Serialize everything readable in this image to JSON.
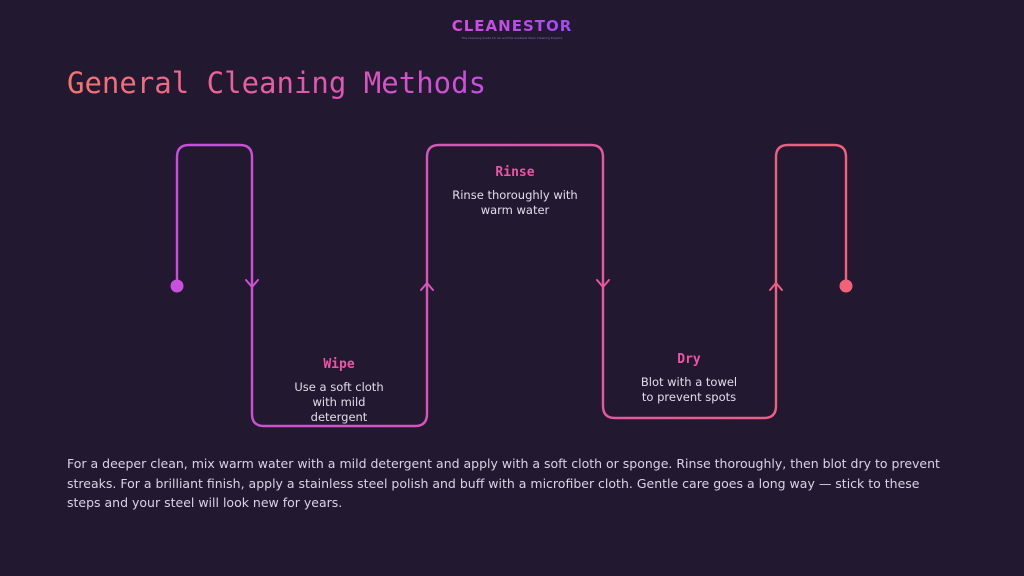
{
  "brand": {
    "name": "CLEANESTOR",
    "tagline": "The Cleaning Guide for All and the Greatest Stain Cleaning Experts"
  },
  "title": "General Cleaning Methods",
  "steps": [
    {
      "title": "Wipe",
      "description": "Use a soft cloth with mild detergent"
    },
    {
      "title": "Rinse",
      "description": "Rinse thoroughly with warm water"
    },
    {
      "title": "Dry",
      "description": "Blot with a towel to prevent spots"
    }
  ],
  "body": "For a deeper clean, mix warm water with a mild detergent and apply with a soft cloth or sponge. Rinse thoroughly, then blot dry to prevent streaks. For a brilliant finish, apply a stainless steel polish and buff with a microfiber cloth. Gentle care goes a long way — stick to these steps and your steel will look new for years.",
  "colors": {
    "background": "#221830",
    "path_start": "#c64fe0",
    "path_end": "#f2607a",
    "step_title": "#ee55a6"
  }
}
